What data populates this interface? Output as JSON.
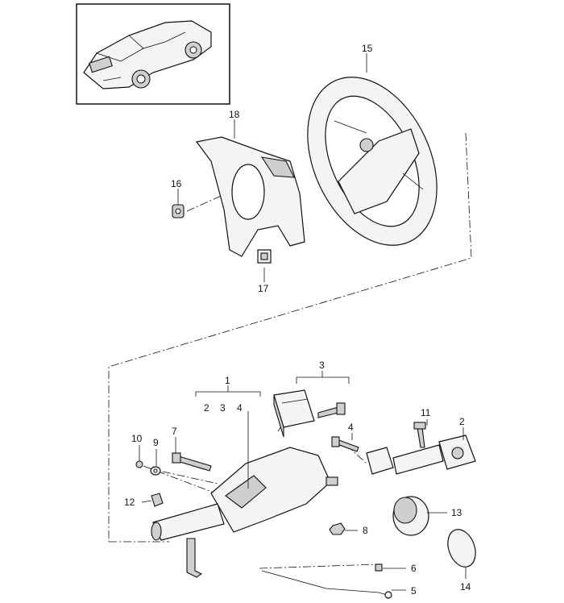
{
  "callouts": {
    "c1": "1",
    "c1a": "2",
    "c1b": "3",
    "c1c": "4",
    "c2": "2",
    "c3": "3",
    "c4": "4",
    "c5": "5",
    "c6": "6",
    "c7": "7",
    "c8": "8",
    "c9": "9",
    "c10": "10",
    "c11": "11",
    "c12": "12",
    "c13": "13",
    "c14": "14",
    "c15": "15",
    "c16": "16",
    "c17": "17",
    "c18": "18"
  },
  "icons": {
    "vehicle": "car-thumbnail-icon"
  }
}
